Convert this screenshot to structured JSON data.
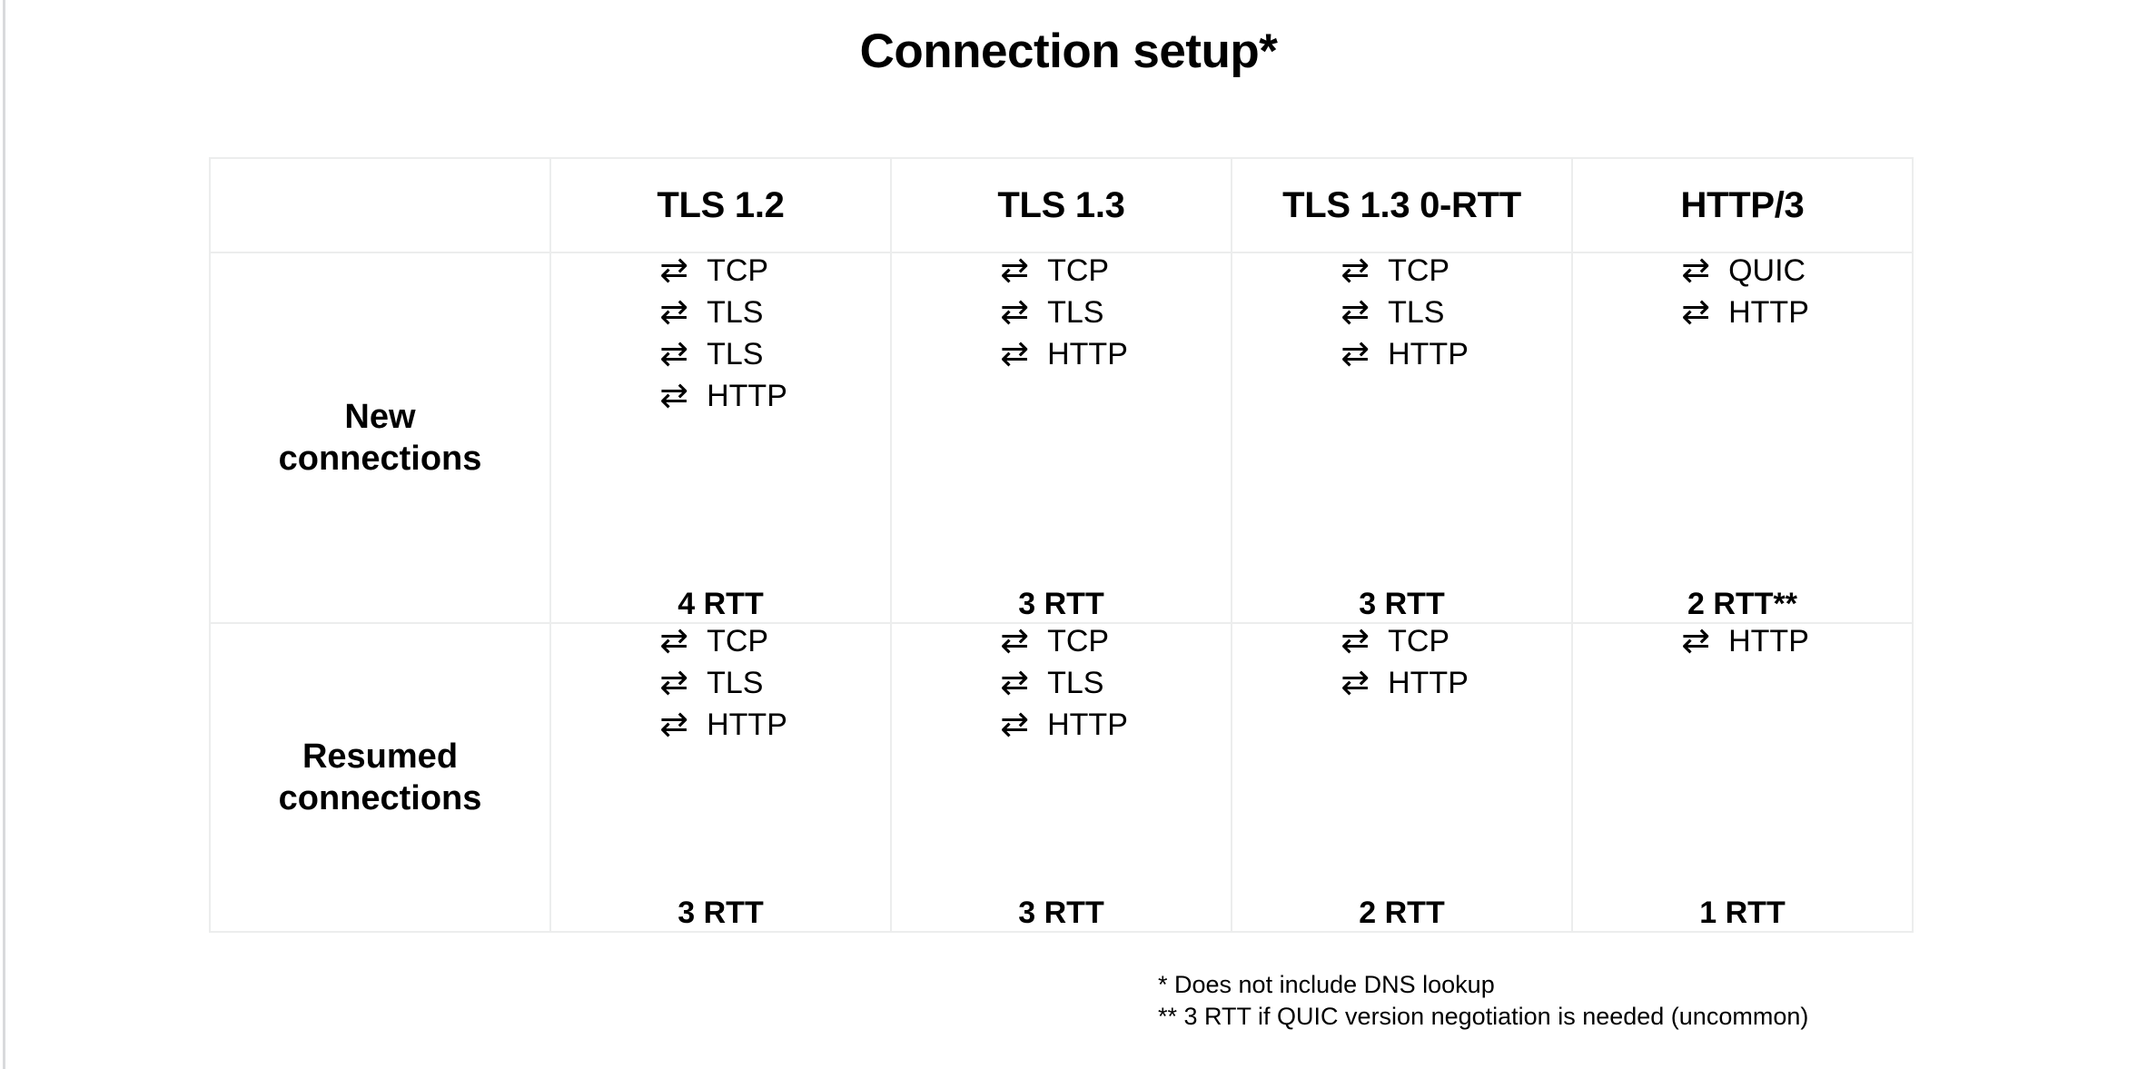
{
  "title": "Connection setup*",
  "icons": {
    "exchange": "⇄"
  },
  "colors": {
    "text": "#000000",
    "table_border": "#eceded",
    "page_edge": "#d9dadc",
    "background": "#ffffff"
  },
  "table": {
    "corner_label": "",
    "columns": [
      "TLS 1.2",
      "TLS 1.3",
      "TLS 1.3 0-RTT",
      "HTTP/3"
    ],
    "rows": [
      {
        "label": "New\nconnections",
        "cells": [
          {
            "steps": [
              "TCP",
              "TLS",
              "TLS",
              "HTTP"
            ],
            "rtt": "4 RTT"
          },
          {
            "steps": [
              "TCP",
              "TLS",
              "HTTP"
            ],
            "rtt": "3 RTT"
          },
          {
            "steps": [
              "TCP",
              "TLS",
              "HTTP"
            ],
            "rtt": "3 RTT"
          },
          {
            "steps": [
              "QUIC",
              "HTTP"
            ],
            "rtt": "2 RTT**"
          }
        ]
      },
      {
        "label": "Resumed\nconnections",
        "cells": [
          {
            "steps": [
              "TCP",
              "TLS",
              "HTTP"
            ],
            "rtt": "3 RTT"
          },
          {
            "steps": [
              "TCP",
              "TLS",
              "HTTP"
            ],
            "rtt": "3 RTT"
          },
          {
            "steps": [
              "TCP",
              "HTTP"
            ],
            "rtt": "2 RTT"
          },
          {
            "steps": [
              "HTTP"
            ],
            "rtt": "1 RTT"
          }
        ]
      }
    ]
  },
  "footnotes": [
    "* Does not include DNS lookup",
    "** 3 RTT if QUIC version negotiation is needed (uncommon)"
  ],
  "chart_data": {
    "type": "table",
    "title": "Connection setup*",
    "categories": [
      "TLS 1.2",
      "TLS 1.3",
      "TLS 1.3 0-RTT",
      "HTTP/3"
    ],
    "series": [
      {
        "name": "New connections",
        "values": [
          4,
          3,
          3,
          2
        ]
      },
      {
        "name": "Resumed connections",
        "values": [
          3,
          3,
          2,
          1
        ]
      }
    ],
    "ylabel": "RTT",
    "protocol_steps": {
      "New connections": [
        [
          "TCP",
          "TLS",
          "TLS",
          "HTTP"
        ],
        [
          "TCP",
          "TLS",
          "HTTP"
        ],
        [
          "TCP",
          "TLS",
          "HTTP"
        ],
        [
          "QUIC",
          "HTTP"
        ]
      ],
      "Resumed connections": [
        [
          "TCP",
          "TLS",
          "HTTP"
        ],
        [
          "TCP",
          "TLS",
          "HTTP"
        ],
        [
          "TCP",
          "HTTP"
        ],
        [
          "HTTP"
        ]
      ]
    },
    "annotations": [
      "* Does not include DNS lookup",
      "** 3 RTT if QUIC version negotiation is needed (uncommon)"
    ]
  }
}
